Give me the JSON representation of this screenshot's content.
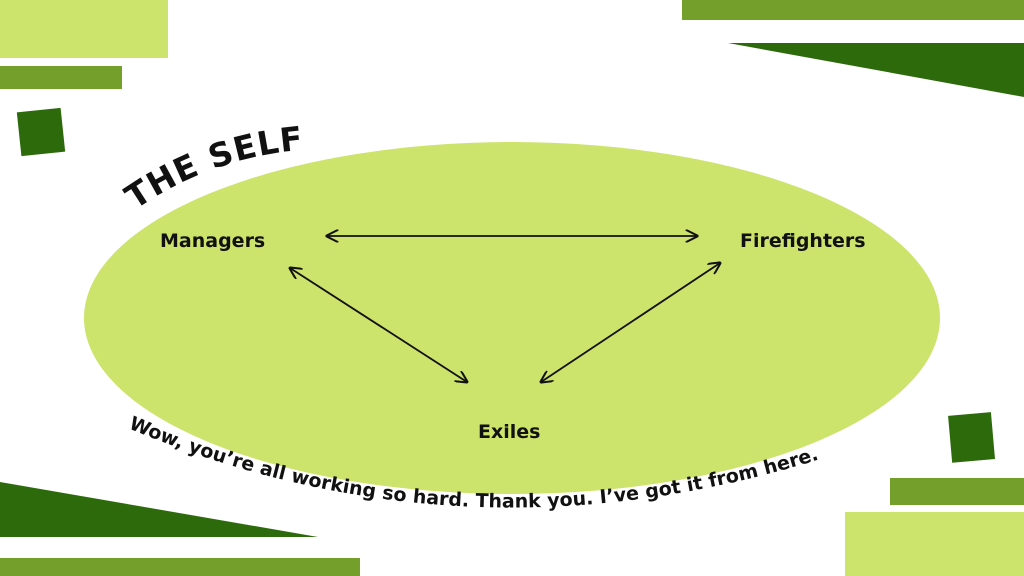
{
  "diagram": {
    "title": "THE SELF",
    "nodes": {
      "managers": "Managers",
      "firefighters": "Firefighters",
      "exiles": "Exiles"
    },
    "caption": "Wow, you’re all working so hard. Thank you. I’ve got it from here."
  },
  "colors": {
    "ellipse_fill": "#cce36c",
    "light_green": "#cce36c",
    "mid_green": "#739f2a",
    "dark_green": "#2d6a0c",
    "text": "#111111"
  }
}
